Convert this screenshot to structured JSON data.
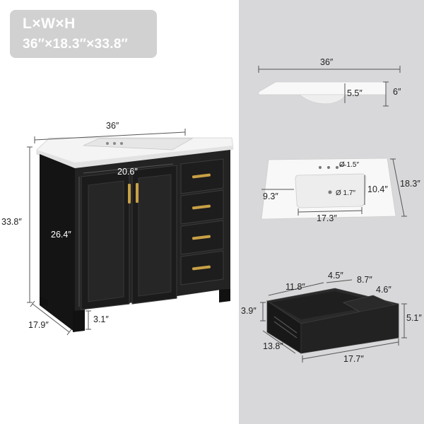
{
  "header": {
    "dims_label": "L×W×H",
    "dims_value": "36″×18.3″×33.8″"
  },
  "vanity": {
    "width": "36″",
    "height": "33.8″",
    "depth": "17.9″",
    "door_width": "20.6″",
    "door_height": "26.4″",
    "toe_kick": "3.1″"
  },
  "top_side": {
    "width": "36″",
    "basin_depth": "5.5″",
    "top_height": "6″"
  },
  "top_plan": {
    "faucet_hole": "Ø 1.5″",
    "drain_hole": "Ø 1.7″",
    "basin_width": "17.3″",
    "basin_depth": "10.4″",
    "setback": "9.3″",
    "depth": "18.3″"
  },
  "drawer": {
    "width": "11.8″",
    "divider_gap": "4.5″",
    "compartment_width": "8.7″",
    "compartment_depth": "4.6″",
    "inner_height": "3.9″",
    "outer_height": "5.1″",
    "depth": "13.8″",
    "length": "17.7″"
  },
  "colors": {
    "panel_bg": "#d8d8da",
    "cabinet": "#1e1e1e",
    "countertop": "#f6f6f6",
    "handle_gold": "#c8a045"
  }
}
